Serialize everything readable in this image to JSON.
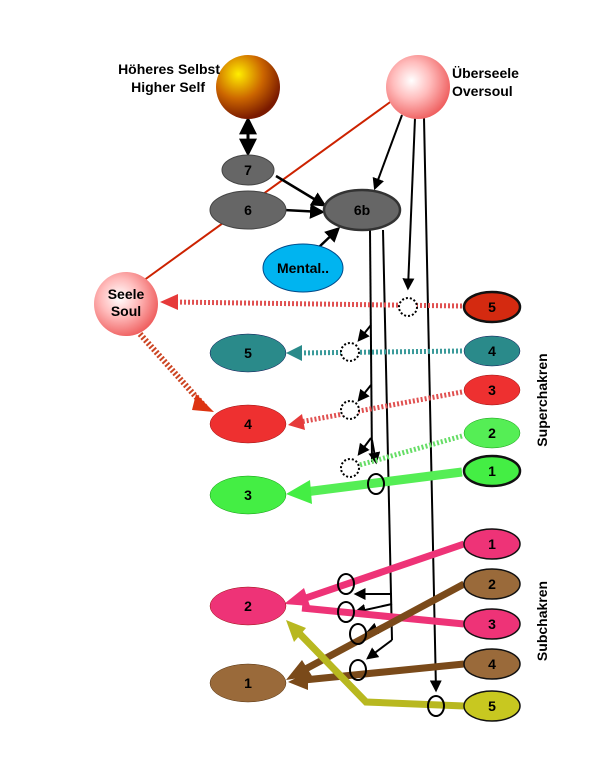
{
  "higher_self": {
    "line1": "Höheres Selbst",
    "line2": "Higher Self"
  },
  "oversoul": {
    "line1": "Überseele",
    "line2": "Oversoul"
  },
  "soul": {
    "line1": "Seele",
    "line2": "Soul"
  },
  "nodes": {
    "n7": "7",
    "n6": "6",
    "n6b": "6b",
    "mental": "Mental..",
    "left5": "5",
    "left4": "4",
    "left3": "3",
    "left2": "2",
    "left1": "1",
    "super5": "5",
    "super4": "4",
    "super3": "3",
    "super2": "2",
    "super1": "1",
    "sub1": "1",
    "sub2": "2",
    "sub3": "3",
    "sub4": "4",
    "sub5": "5"
  },
  "side_labels": {
    "super": "Superchakren",
    "sub": "Subchakren"
  },
  "colors": {
    "dark_red": "#cc2200",
    "teal": "#2a8a8a",
    "salmon": "#e84040",
    "light_green": "#55ee55",
    "green": "#44ee44",
    "pink": "#ee3377",
    "brown": "#7a4a1a",
    "olive": "#b8b820",
    "grey": "#666666"
  }
}
